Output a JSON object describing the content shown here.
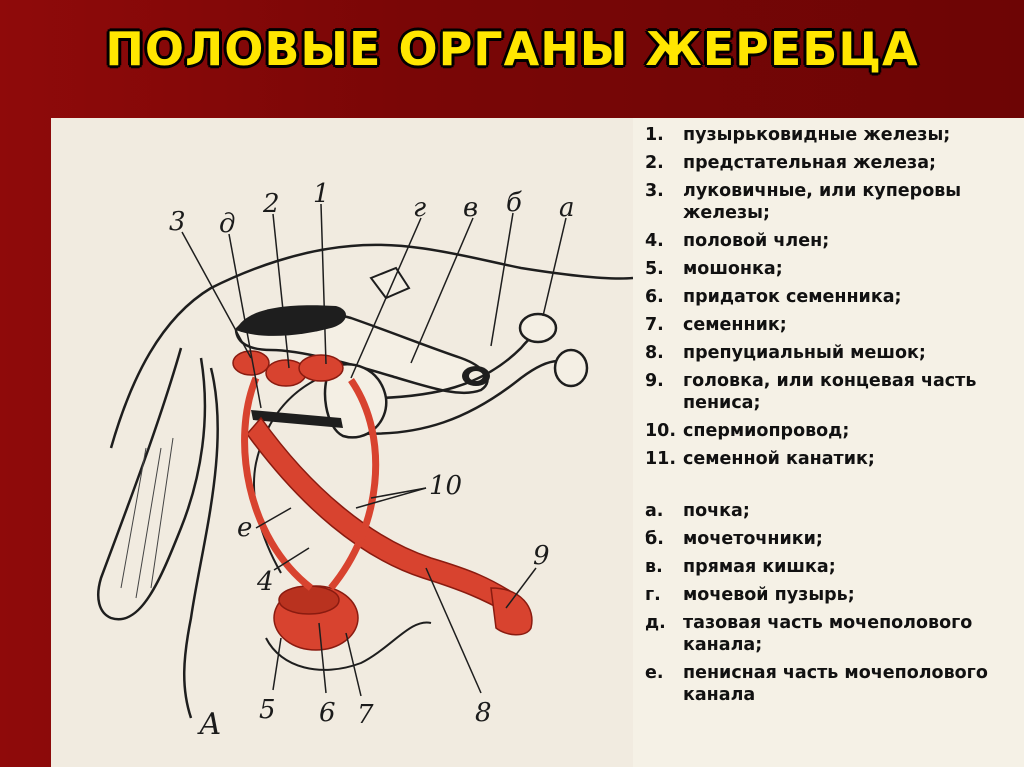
{
  "title": "ПОЛОВЫЕ ОРГАНЫ ЖЕРЕБЦА",
  "legend": [
    {
      "num": "1.",
      "text": "пузырьковидные железы;"
    },
    {
      "num": "2.",
      "text": "предстательная железа;"
    },
    {
      "num": "3.",
      "text": "луковичные, или куперовы железы;"
    },
    {
      "num": "4.",
      "text": "половой член;"
    },
    {
      "num": "5.",
      "text": "мошонка;"
    },
    {
      "num": "6.",
      "text": "придаток семенника;"
    },
    {
      "num": "7.",
      "text": "семенник;"
    },
    {
      "num": "8.",
      "text": "препуциальный мешок;"
    },
    {
      "num": "9.",
      "text": "головка, или концевая часть пениса;"
    },
    {
      "num": "10.",
      "text": "спермиопровод;"
    },
    {
      "num": "11.",
      "text": "семенной канатик;"
    },
    {
      "num": "а.",
      "text": "почка;"
    },
    {
      "num": "б.",
      "text": "мочеточники;"
    },
    {
      "num": "в.",
      "text": "прямая кишка;"
    },
    {
      "num": "г.",
      "text": "мочевой пузырь;"
    },
    {
      "num": "д.",
      "text": "тазовая часть мочеполового канала;"
    },
    {
      "num": "е.",
      "text": "пенисная часть мочеполового канала"
    }
  ],
  "figure_labels": {
    "l3": "3",
    "ld": "д",
    "l2": "2",
    "l1": "1",
    "lg": "г",
    "lv": "в",
    "lb": "б",
    "la": "а",
    "l10": "10",
    "le": "е",
    "l4": "4",
    "l9": "9",
    "l5": "5",
    "l6": "6",
    "l7": "7",
    "l8": "8",
    "lA": "А"
  },
  "colors": {
    "background": "#7a0606",
    "title": "#ffe600",
    "organ_red": "#d8432f",
    "paper": "#f1ebe0"
  }
}
